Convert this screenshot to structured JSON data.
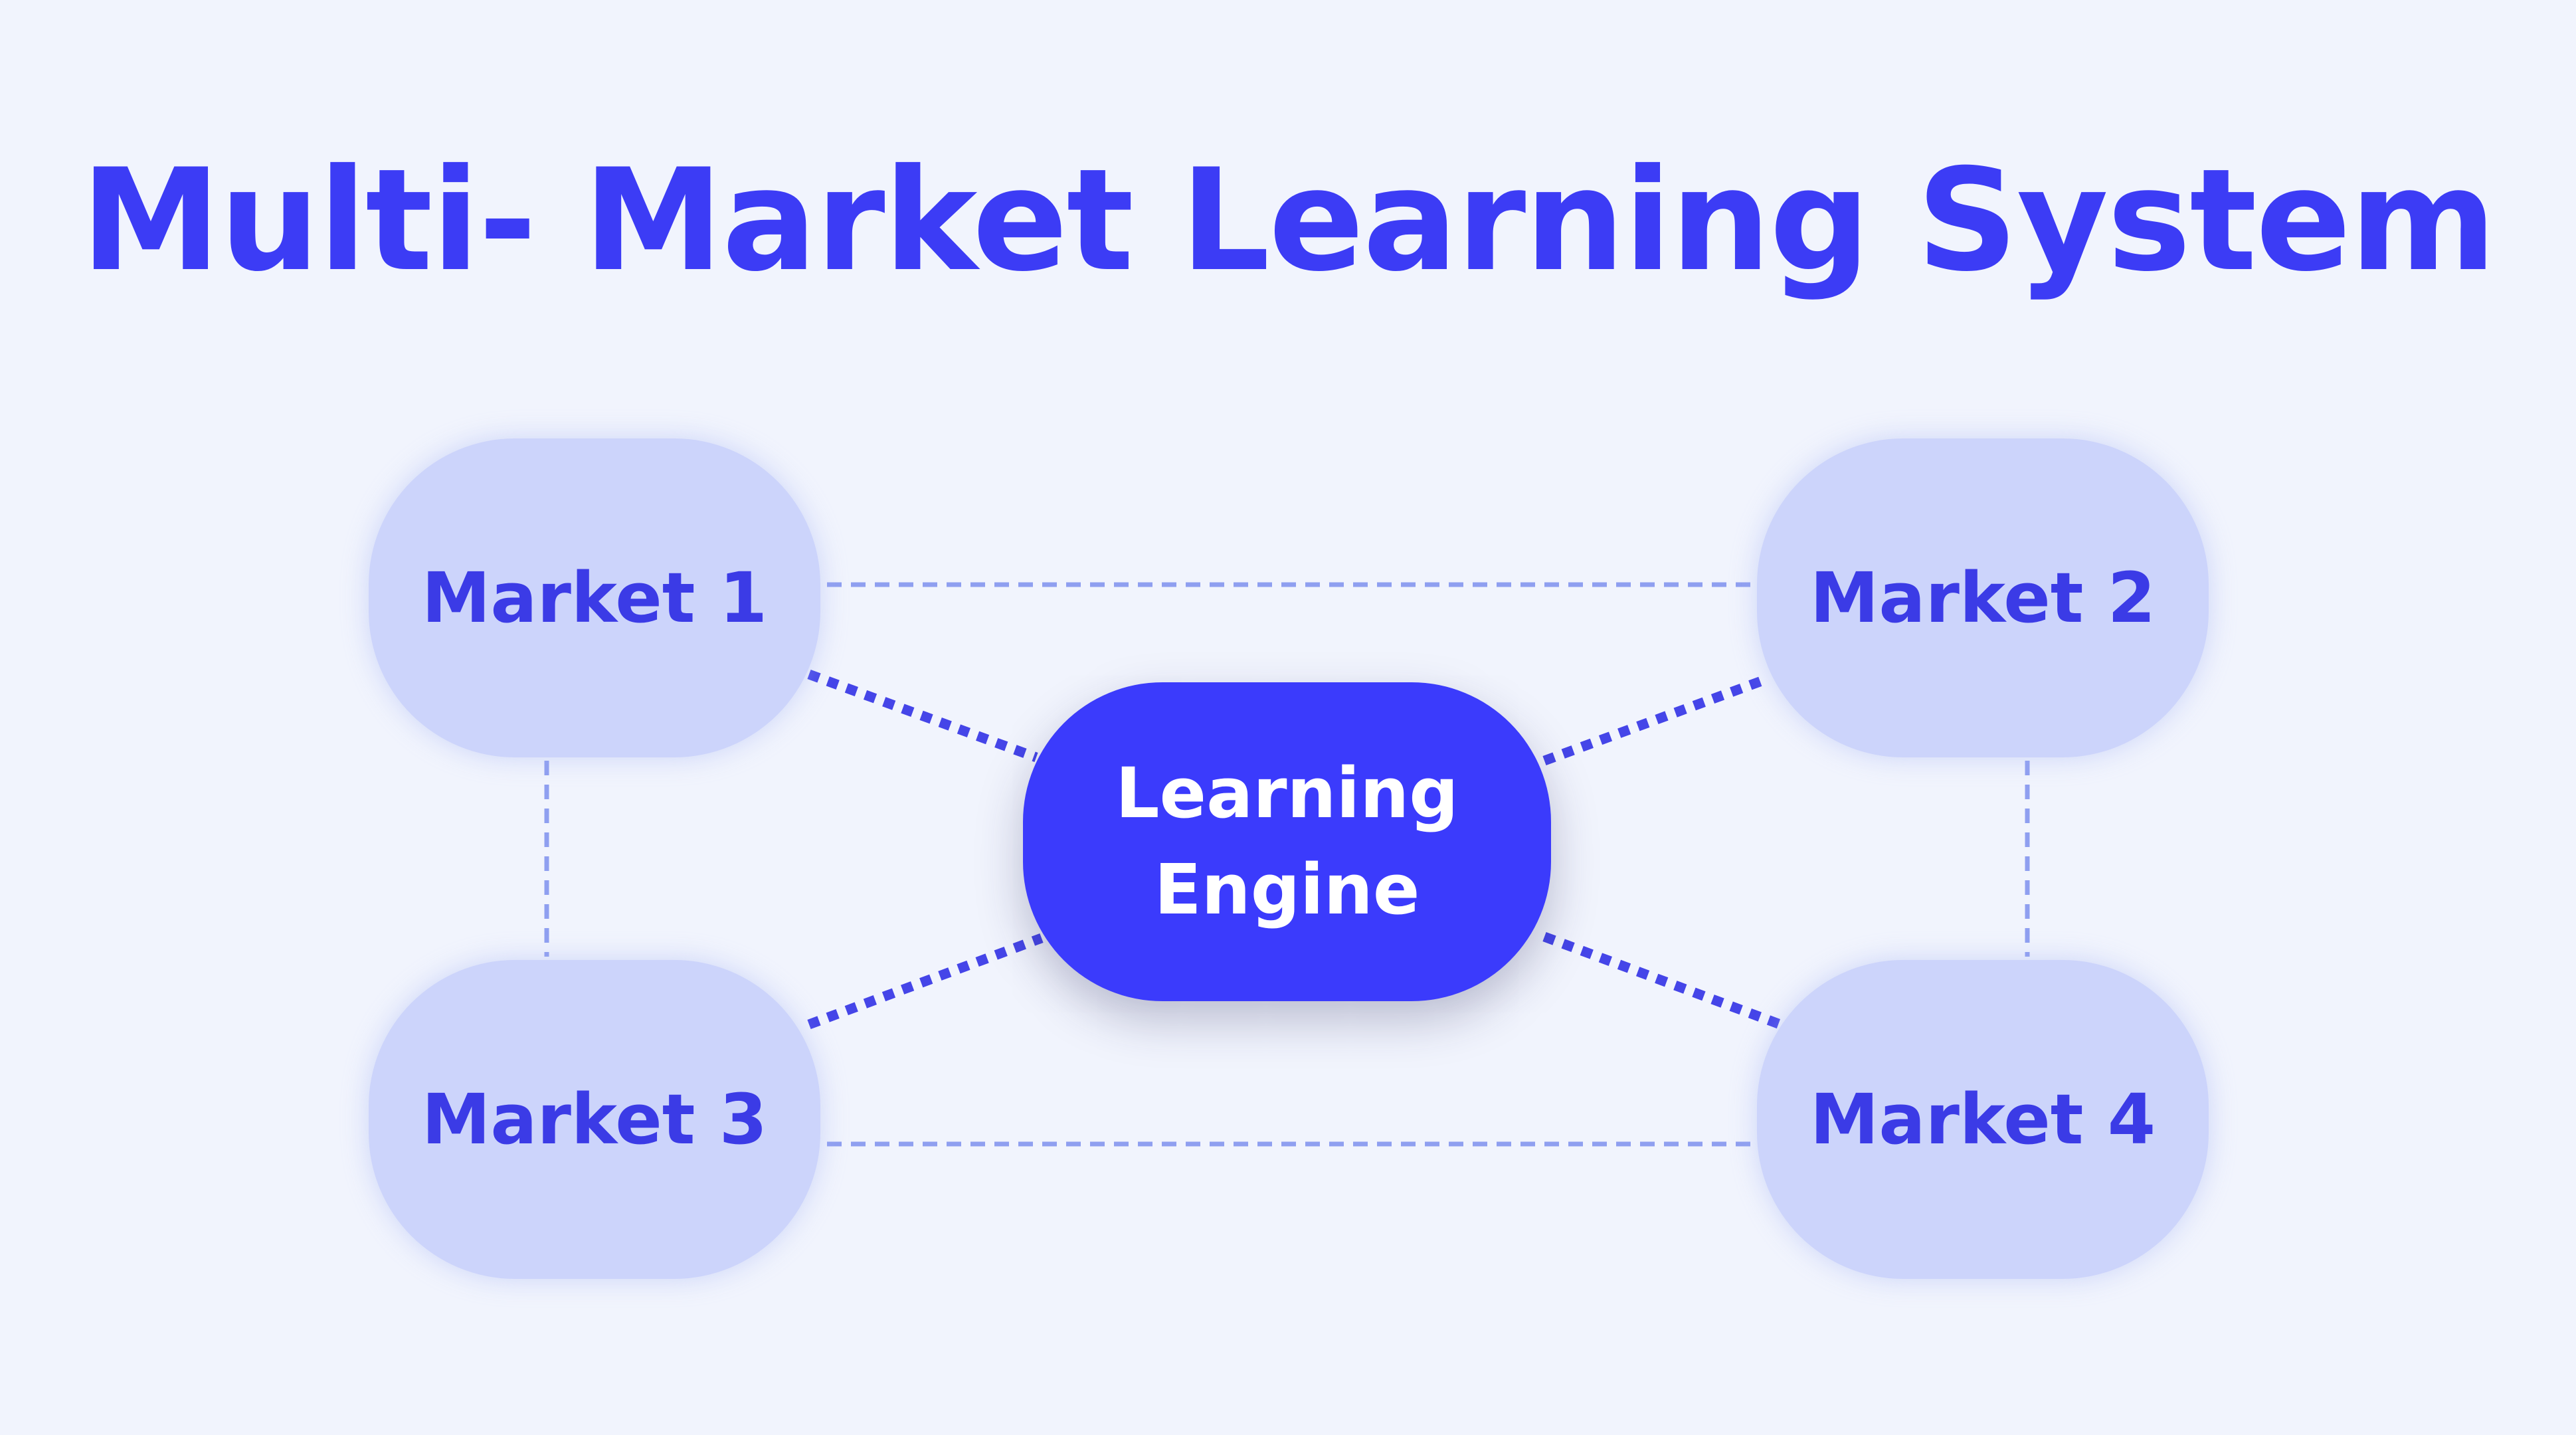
{
  "title": "Multi- Market Learning System",
  "nodes": {
    "market1": "Market 1",
    "market2": "Market 2",
    "market3": "Market 3",
    "market4": "Market 4",
    "engine_line1": "Learning",
    "engine_line2": "Engine"
  },
  "colors": {
    "background": "#f1f4fd",
    "accent": "#3c3cf5",
    "market_fill": "#ccd4fb",
    "engine_fill": "#3b3bfc",
    "engine_link": "#4545e8",
    "market_link": "#8f9ff0"
  }
}
